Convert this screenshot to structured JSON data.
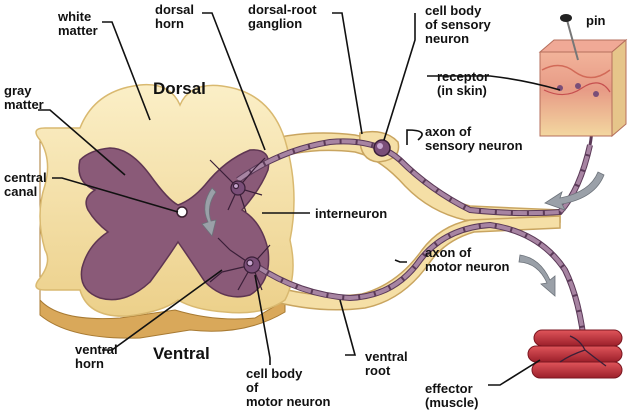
{
  "labels": {
    "white_matter": "white\nmatter",
    "dorsal_horn": "dorsal\nhorn",
    "dorsal_root_ganglion": "dorsal-root\nganglion",
    "sensory_cell_body": "cell body\nof sensory\nneuron",
    "pin": "pin",
    "gray_matter": "gray\nmatter",
    "dorsal": "Dorsal",
    "receptor": "receptor\n(in skin)",
    "central_canal": "central\ncanal",
    "sensory_axon": "axon of\nsensory neuron",
    "interneuron": "interneuron",
    "motor_axon": "axon of\nmotor neuron",
    "ventral_horn": "ventral\nhorn",
    "ventral": "Ventral",
    "motor_cell_body": "cell body\nof\nmotor neuron",
    "ventral_root": "ventral\nroot",
    "effector": "effector\n(muscle)"
  },
  "colors": {
    "white_matter": "#f8e6ad",
    "white_matter_edge": "#d9b970",
    "gray_matter": "#8a5a78",
    "gray_matter_edge": "#5e3552",
    "nerve": "#f5dfa6",
    "axon": "#8e6a8a",
    "skin": "#e8a085",
    "muscle": "#c8323a",
    "arrow": "#9aa0a8"
  }
}
